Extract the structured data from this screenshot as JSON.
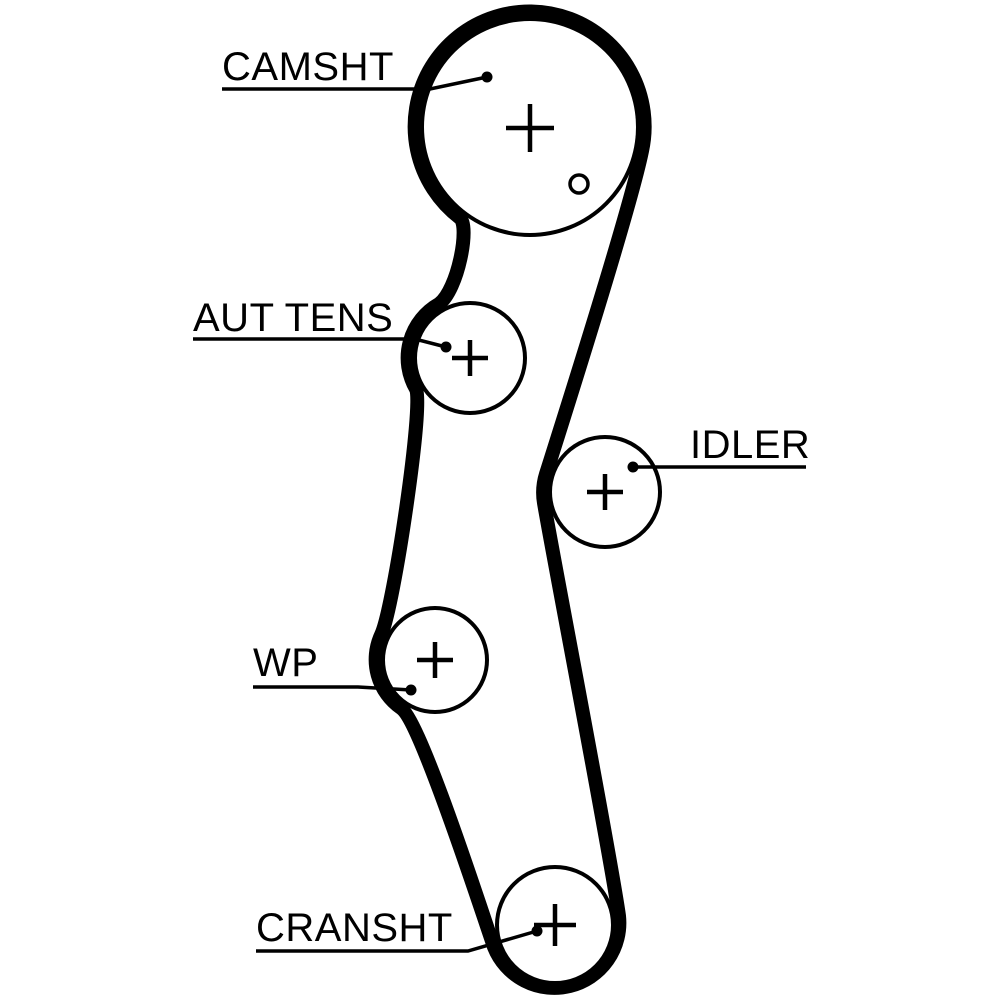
{
  "page": {
    "background_color": "#ffffff"
  },
  "diagram": {
    "type": "timing-belt-routing",
    "ink_color": "#000000",
    "pulley_center_mark": "+",
    "labels": {
      "camshaft": "CAMSHT",
      "tensioner": "AUT TENS",
      "idler": "IDLER",
      "water_pump": "WP",
      "crankshaft": "CRANSHT"
    }
  }
}
